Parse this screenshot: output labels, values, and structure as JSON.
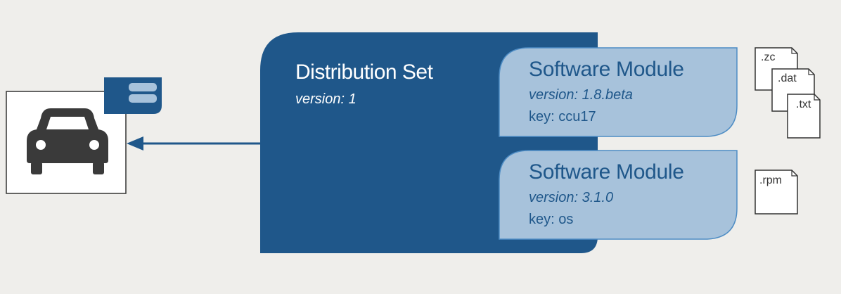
{
  "distribution_set": {
    "title": "Distribution Set",
    "version": "version: 1"
  },
  "software_modules": [
    {
      "title": "Software Module",
      "version": "version: 1.8.beta",
      "key": "key: ccu17"
    },
    {
      "title": "Software Module",
      "version": "version: 3.1.0",
      "key": "key: os"
    }
  ],
  "artifacts": {
    "module_1_files": [
      ".zc",
      ".dat",
      ".txt"
    ],
    "module_2_files": [
      ".rpm"
    ]
  },
  "icons": {
    "target": "car-icon",
    "target_badge": "database-icon",
    "assignment": "arrow-left-icon"
  },
  "colors": {
    "background": "#efeeeb",
    "distribution_set": "#1f578a",
    "software_module_fill": "#a7c2db",
    "software_module_stroke": "#4d8cc4",
    "text_dark": "#1f578a"
  }
}
